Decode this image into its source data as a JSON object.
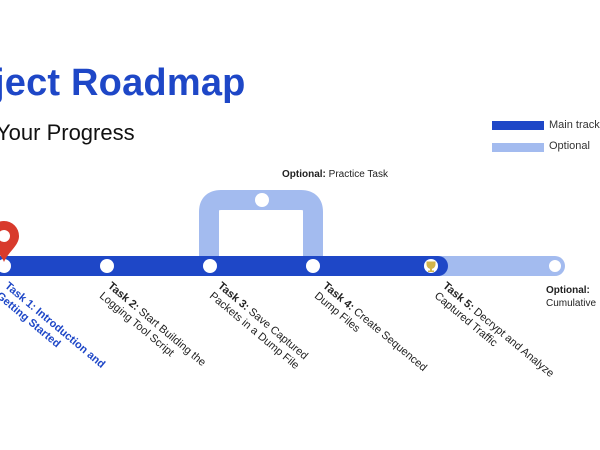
{
  "header": {
    "title": "ject Roadmap",
    "subtitle": "Your Progress"
  },
  "legend": {
    "main_label": "Main track",
    "optional_label": "Optional"
  },
  "colors": {
    "main": "#1e47c7",
    "optional": "#a3bbef",
    "current": "#1e47c7",
    "pin": "#d83a2c"
  },
  "optional_branch": {
    "prefix": "Optional:",
    "text": "Practice Task"
  },
  "optional_end": {
    "prefix": "Optional:",
    "text": "Cumulative"
  },
  "tasks": [
    {
      "prefix": "Task 1:",
      "text": "Introduction and Getting Started"
    },
    {
      "prefix": "Task 2:",
      "text": "Start Building the Logging Tool Script"
    },
    {
      "prefix": "Task 3:",
      "text": "Save Captured Packets in a Dump File"
    },
    {
      "prefix": "Task 4:",
      "text": "Create Sequenced Dump Files"
    },
    {
      "prefix": "Task 5:",
      "text": "Decrypt and Analyze Captured Traffic"
    }
  ]
}
